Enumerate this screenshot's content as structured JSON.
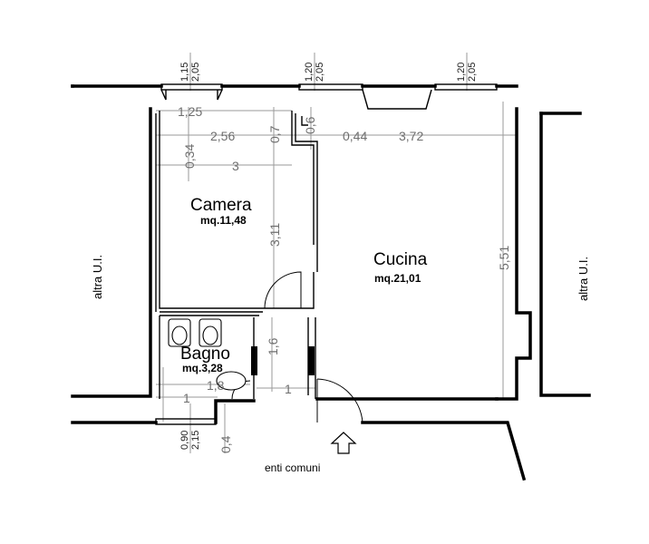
{
  "rooms": {
    "camera": {
      "name": "Camera",
      "area": "mq.11,48"
    },
    "cucina": {
      "name": "Cucina",
      "area": "mq.21,01"
    },
    "bagno": {
      "name": "Bagno",
      "area": "mq.3,28"
    }
  },
  "labels": {
    "neighbor_left": "altra  U.I.",
    "neighbor_right": "altra  U.I.",
    "entrance": "enti comuni"
  },
  "windows": {
    "w1": {
      "width": "1,15",
      "height": "2,05"
    },
    "w2": {
      "width": "1,20",
      "height": "2,05"
    },
    "w3": {
      "width": "1,20",
      "height": "2,05"
    },
    "bath": {
      "width": "0,90",
      "height": "2,15"
    }
  },
  "dimensions": {
    "d_125": "1,25",
    "d_256": "2,56",
    "d_07": "0,7",
    "d_06": "0,6",
    "d_044": "0,44",
    "d_372": "3,72",
    "d_034": "0,34",
    "d_3": "3",
    "d_311": "3,11",
    "d_551": "5,51",
    "d_16": "1,6",
    "d_18": "1,8",
    "d_1a": "1",
    "d_1b": "1",
    "d_04": "0,4"
  },
  "colors": {
    "walls": "#000000",
    "dimension_lines": "#9a9a9a",
    "dimension_text": "#6e6e6e"
  }
}
